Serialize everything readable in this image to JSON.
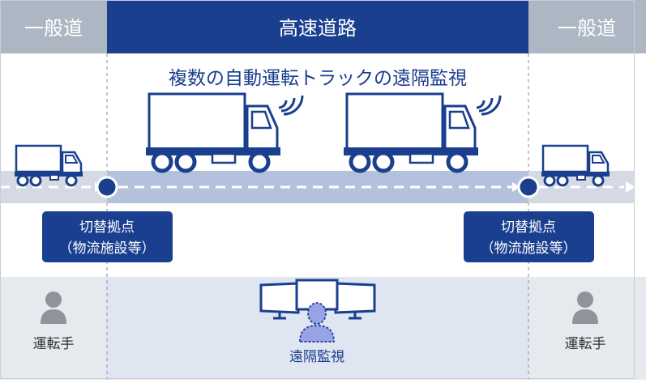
{
  "header": {
    "left_label": "一般道",
    "center_label": "高速道路",
    "right_label": "一般道"
  },
  "headline": "複数の自動運転トラックの遠隔監視",
  "switch_points": [
    {
      "line1": "切替拠点",
      "line2": "（物流施設等）"
    },
    {
      "line1": "切替拠点",
      "line2": "（物流施設等）"
    }
  ],
  "drivers": [
    {
      "label": "運転手"
    },
    {
      "label": "運転手"
    }
  ],
  "monitor": {
    "label": "遠隔監視"
  },
  "colors": {
    "navy": "#1a3f8f",
    "header_gray": "#adb6c3",
    "road_light": "#d4d9e3",
    "road_blue": "#b3c1dc",
    "truck_outline": "#1a3f8f",
    "panel_gray": "#e6e9ee",
    "panel_blue": "#dfe5f1",
    "person_gray": "#8f949a",
    "operator_purple": "#9aa2e6"
  },
  "icons": [
    "truck-icon",
    "wireless-signal-icon",
    "person-icon",
    "monitor-icon",
    "remote-operator-icon"
  ]
}
